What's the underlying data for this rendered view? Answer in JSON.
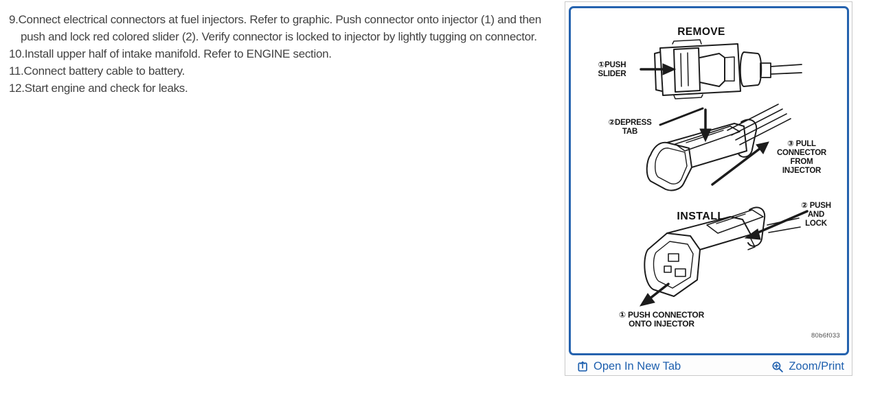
{
  "instructions": {
    "items": [
      {
        "number": "9.",
        "text": "Connect electrical connectors at fuel injectors. Refer to graphic. Push connector onto injector (1) and then push and lock red colored slider (2). Verify connector is locked to injector by lightly tugging on connector."
      },
      {
        "number": "10.",
        "text": "Install upper half of intake manifold. Refer to ENGINE section."
      },
      {
        "number": "11.",
        "text": "Connect battery cable to battery."
      },
      {
        "number": "12.",
        "text": "Start engine and check for leaks."
      }
    ]
  },
  "figure": {
    "remove_title": "REMOVE",
    "install_title": "INSTALL",
    "labels": {
      "push_slider": "①PUSH\nSLIDER",
      "depress_tab": "②DEPRESS\nTAB",
      "pull_connector": "③ PULL\nCONNECTOR\nFROM\nINJECTOR",
      "push_and_lock": "② PUSH\nAND\nLOCK",
      "push_connector_onto_injector": "① PUSH CONNECTOR\nONTO INJECTOR"
    },
    "figure_code": "80b6f033",
    "border_color": "#2462ae"
  },
  "footer": {
    "open_in_new_tab_label": "Open In New Tab",
    "zoom_print_label": "Zoom/Print",
    "link_color": "#1d5fae"
  }
}
